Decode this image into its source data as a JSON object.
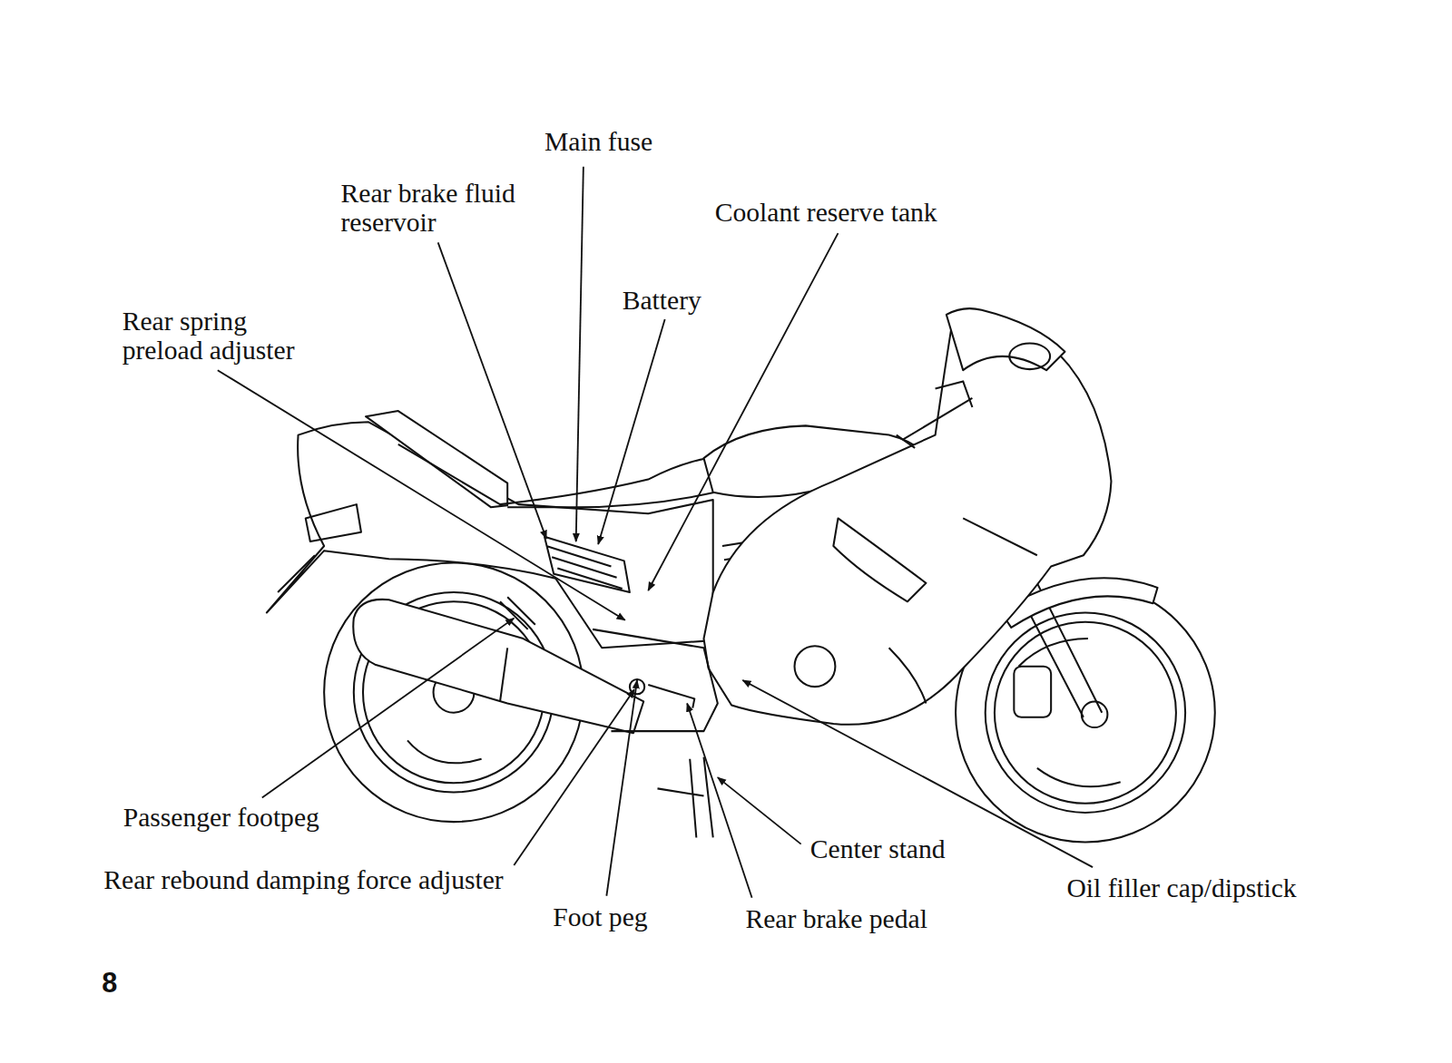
{
  "diagram": {
    "labels": [
      "Main fuse",
      "Rear brake fluid reservoir",
      "Coolant reserve tank",
      "Battery",
      "Rear spring preload adjuster",
      "Passenger footpeg",
      "Center stand",
      "Rear rebound damping force adjuster",
      "Oil filler cap/dipstick",
      "Foot peg",
      "Rear brake pedal",
      "8"
    ]
  }
}
